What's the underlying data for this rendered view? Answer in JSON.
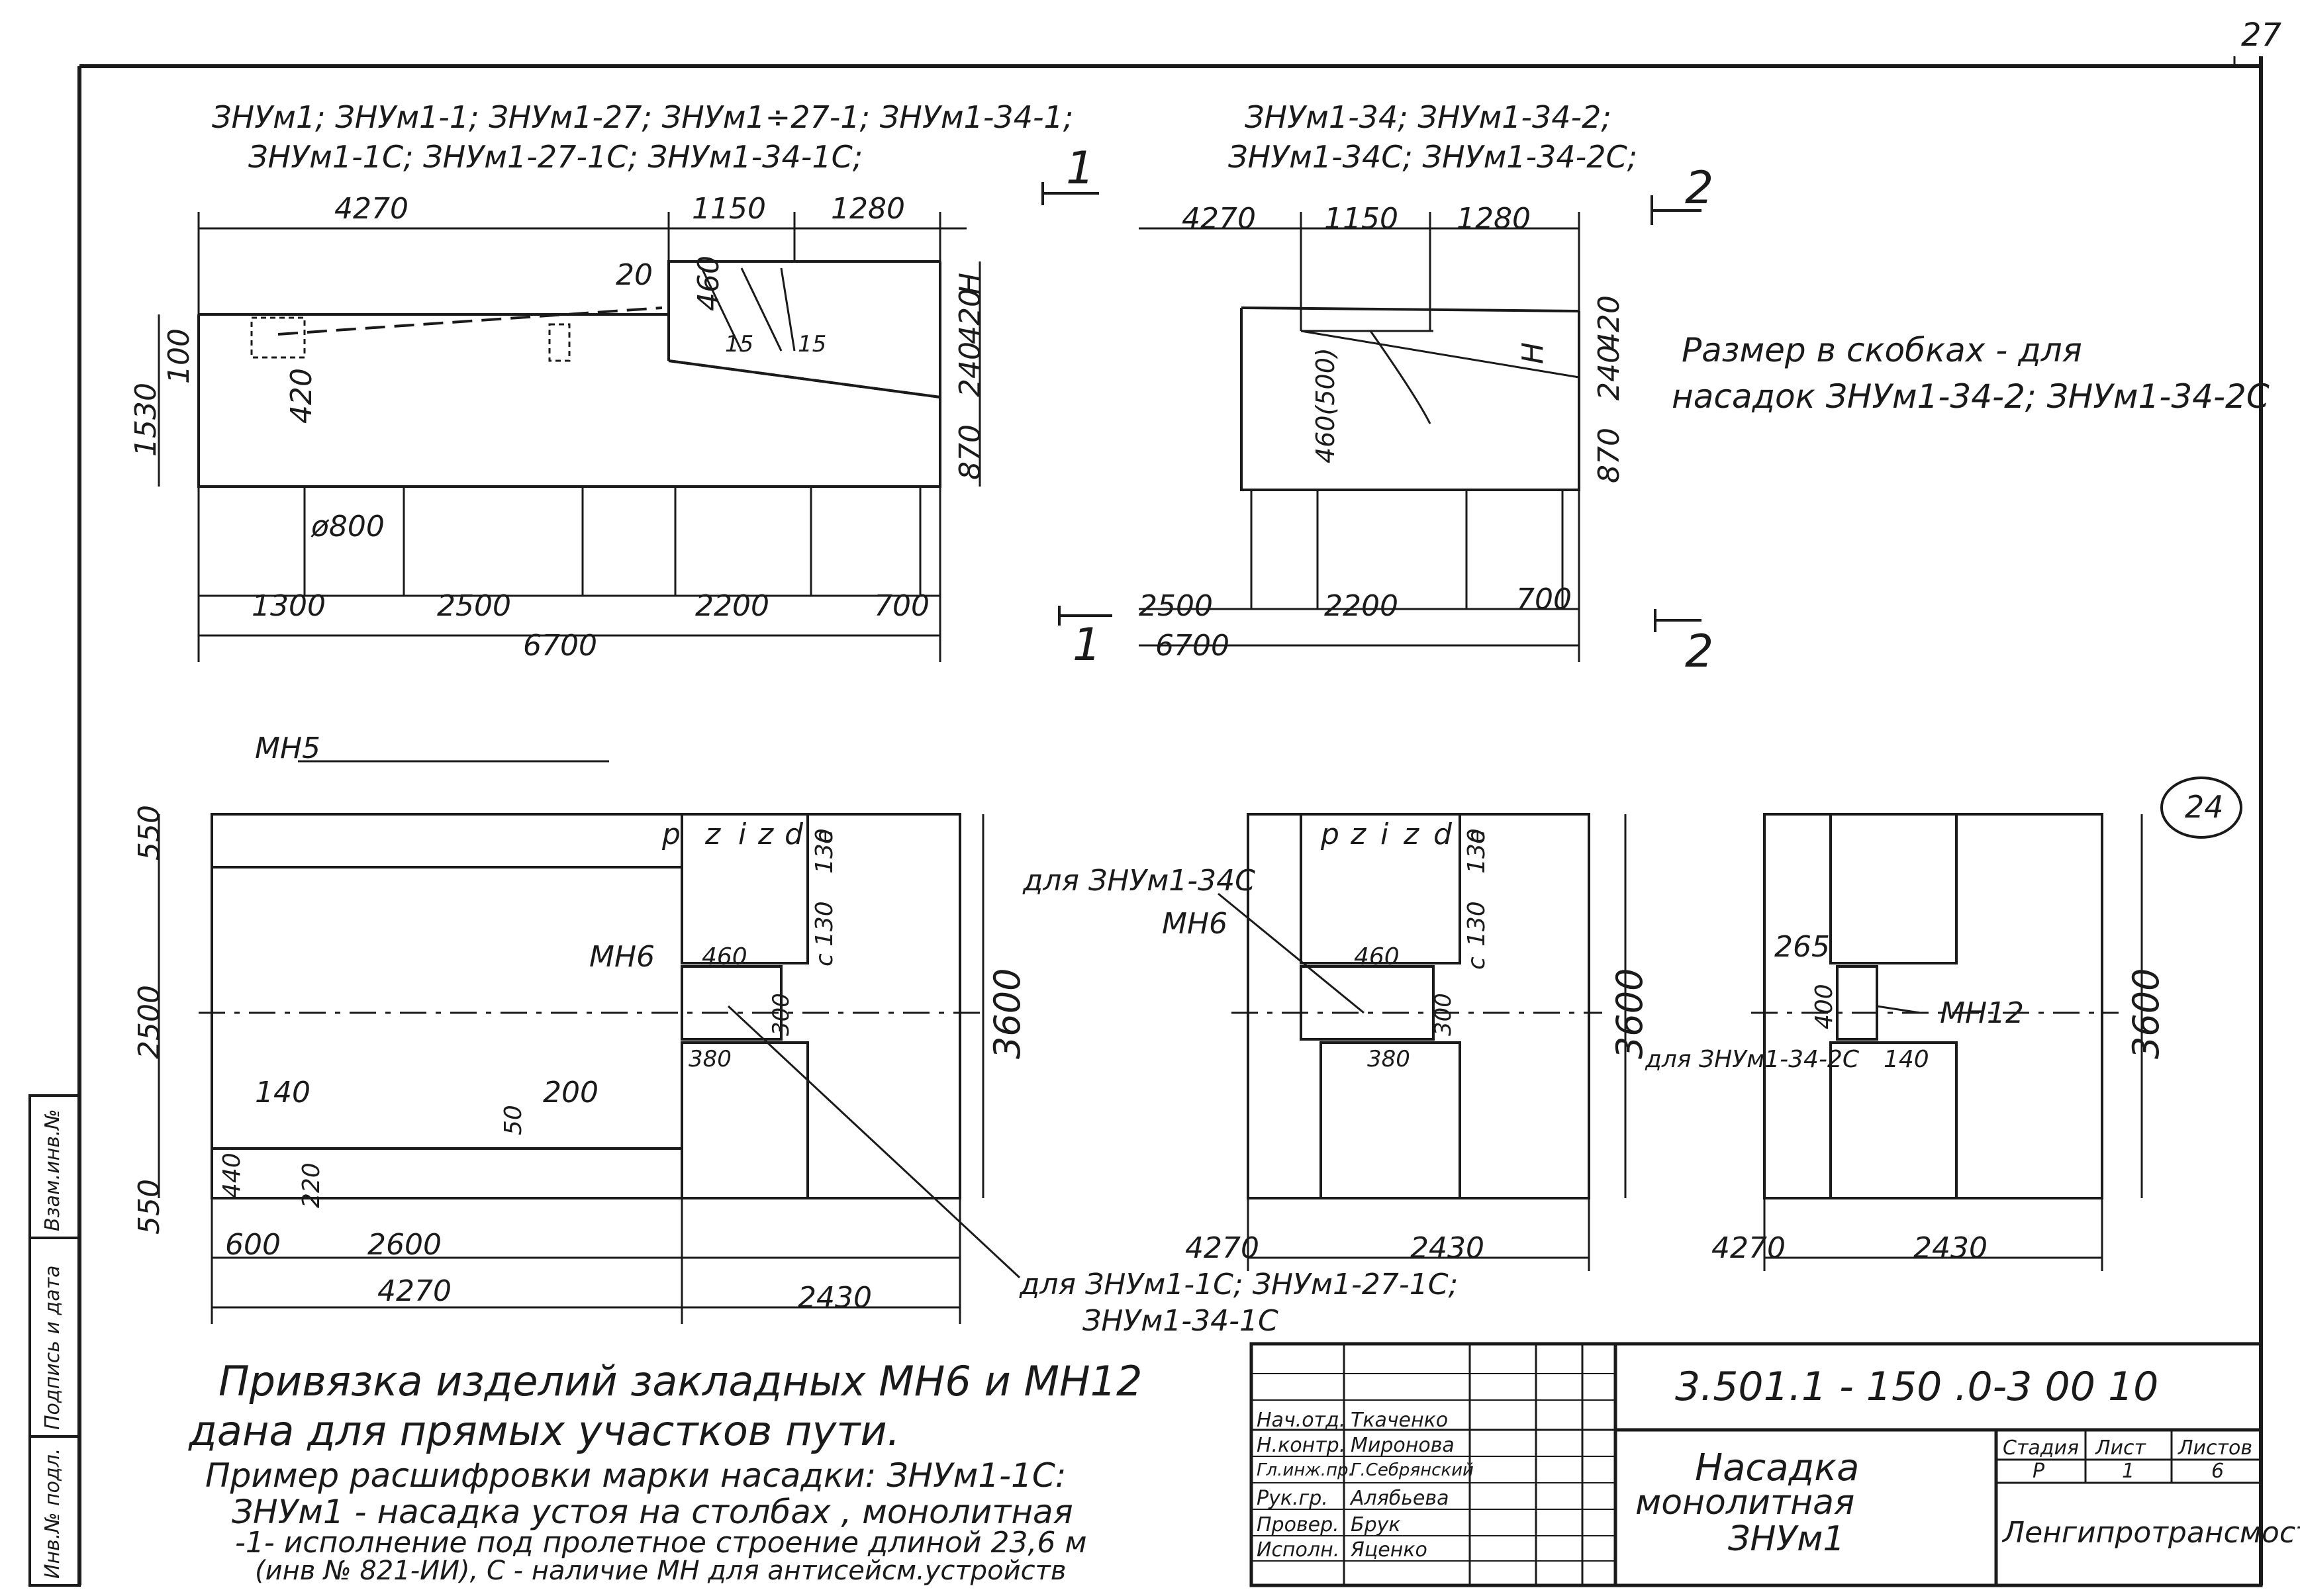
{
  "sheet": {
    "page_number": "27",
    "circle_mark": "24"
  },
  "drawing1": {
    "header_line1": "ЗНУм1; ЗНУм1-1; ЗНУм1-27; ЗНУм1÷27-1; ЗНУм1-34-1;",
    "header_line2": "ЗНУм1-1С; ЗНУм1-27-1С; ЗНУм1-34-1С;",
    "section_mark": "1",
    "top_dims": [
      "4270",
      "1150",
      "1280"
    ],
    "bottom_dims": [
      "1300",
      "2500",
      "2200",
      "700"
    ],
    "total": "6700",
    "left_dims": [
      "1530",
      "100",
      "420"
    ],
    "right_dims": [
      "870",
      "240",
      "420",
      "H"
    ],
    "inner": {
      "d20": "20",
      "d460": "460",
      "d15a": "15",
      "d15b": "15",
      "dia": "ø800"
    }
  },
  "drawing2": {
    "header_line1": "ЗНУм1-34; ЗНУм1-34-2;",
    "header_line2": "ЗНУм1-34С; ЗНУм1-34-2С;",
    "section_mark": "2",
    "top_dims": [
      "4270",
      "1150",
      "1280"
    ],
    "bottom_dims": [
      "2500",
      "2200",
      "700"
    ],
    "total": "6700",
    "left_dim": "460(500)",
    "right_dims": [
      "870",
      "240",
      "420",
      "H"
    ],
    "note_line1": "Размер в скобках - для",
    "note_line2": "насадок ЗНУм1-34-2; ЗНУм1-34-2С"
  },
  "plan1": {
    "mh5": "МН5",
    "mh6": "МН6",
    "left_dims": [
      "550",
      "2500",
      "550"
    ],
    "right_dim": "3600",
    "pzizd": [
      "р",
      "z",
      "i",
      "z",
      "d"
    ],
    "right_col": [
      "130",
      "e",
      "130",
      "с"
    ],
    "d460": "460",
    "d300": "300",
    "d380": "380",
    "d140": "140",
    "d200": "200",
    "d50": "50",
    "d440": "440",
    "d220": "220",
    "bottom_dims": [
      "600",
      "2600"
    ],
    "total_dims": [
      "4270",
      "2430"
    ]
  },
  "plan2": {
    "label_34c": "для ЗНУм1-34С",
    "mh6": "МН6",
    "pzizd": [
      "р",
      "z",
      "i",
      "z",
      "d"
    ],
    "right_col": [
      "130",
      "e",
      "130",
      "с"
    ],
    "d460": "460",
    "d300": "300",
    "d380": "380",
    "right_dim": "3600",
    "total_dims": [
      "4270",
      "2430"
    ],
    "callout_line1": "для ЗНУм1-1С; ЗНУм1-27-1С;",
    "callout_line2": "ЗНУм1-34-1С"
  },
  "plan3": {
    "d265": "265",
    "d400": "400",
    "mh12": "МН12",
    "label_342c": "для ЗНУм1-34-2С",
    "d140": "140",
    "right_dim": "3600",
    "total_dims": [
      "4270",
      "2430"
    ]
  },
  "notes": {
    "line1": "Привязка изделий закладных МН6 и МН12",
    "line2": "дана для прямых участков пути.",
    "line3": "Пример расшифровки марки насадки: ЗНУм1-1С:",
    "line4": "ЗНУм1 - насадка устоя на столбах , монолитная",
    "line5": "-1- исполнение под пролетное строение длиной 23,6 м",
    "line6": "(инв № 821-ИИ), С - наличие МН для антисейсм.устройств"
  },
  "title_block": {
    "doc_code": "3.501.1 - 150 .0-3 00 10",
    "title_line1": "Насадка",
    "title_line2": "монолитная",
    "title_line3": "ЗНУм1",
    "stage_label": "Стадия",
    "sheet_label": "Лист",
    "sheets_label": "Листов",
    "stage": "Р",
    "sheet": "1",
    "sheets": "6",
    "org": "Ленгипротрансмост",
    "rows": [
      {
        "role": "Нач.отд.",
        "name": "Ткаченко"
      },
      {
        "role": "Н.контр.",
        "name": "Миронова"
      },
      {
        "role": "Гл.инж.пр.",
        "name": "Г.Себрянский"
      },
      {
        "role": "Рук.гр.",
        "name": "Алябьева"
      },
      {
        "role": "Провер.",
        "name": "Брук"
      },
      {
        "role": "Исполн.",
        "name": "Яценко"
      }
    ]
  },
  "side_stamp": [
    "Взам.инв.№",
    "Подпись и дата",
    "Инв.№ подл."
  ]
}
